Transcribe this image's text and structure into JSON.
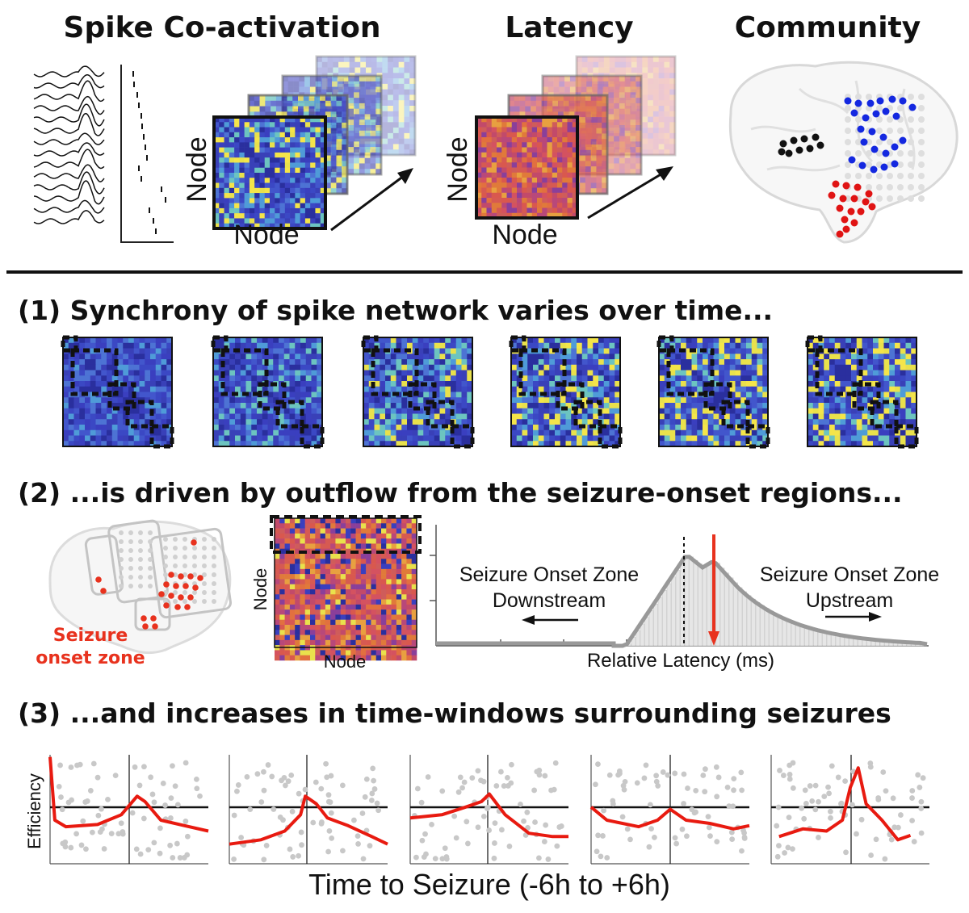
{
  "top": {
    "spike_title": "Spike Co-activation",
    "latency_title": "Latency",
    "community_title": "Community",
    "node_label": "Node"
  },
  "sections": {
    "s1": "(1) Synchrony of spike network varies over time...",
    "s2": "(2) ...is driven by outflow from the seizure-onset regions...",
    "s3": "(3) ...and increases in time-windows surrounding seizures"
  },
  "panel2": {
    "brain_label_line1": "Seizure",
    "brain_label_line2": "onset zone",
    "matrix_ylabel": "Node",
    "matrix_xlabel": "Node",
    "left_text_line1": "Seizure Onset Zone",
    "left_text_line2": "Downstream",
    "right_text_line1": "Seizure Onset Zone",
    "right_text_line2": "Upstream",
    "hist_xlabel": "Relative Latency (ms)"
  },
  "panel3": {
    "ylabel": "Efficiency",
    "xlabel": "Time to Seizure (-6h to +6h)"
  },
  "colors": {
    "matrix_blue": "#3a3fbf",
    "matrix_yellow": "#f4e54a",
    "latency_red": "#d95a4a",
    "seizure_red": "#e8321e",
    "community_blue": "#1428e0",
    "community_red": "#e01414",
    "community_black": "#111111",
    "trend_red": "#e81a10",
    "scatter_gray": "#c8c8c8"
  }
}
